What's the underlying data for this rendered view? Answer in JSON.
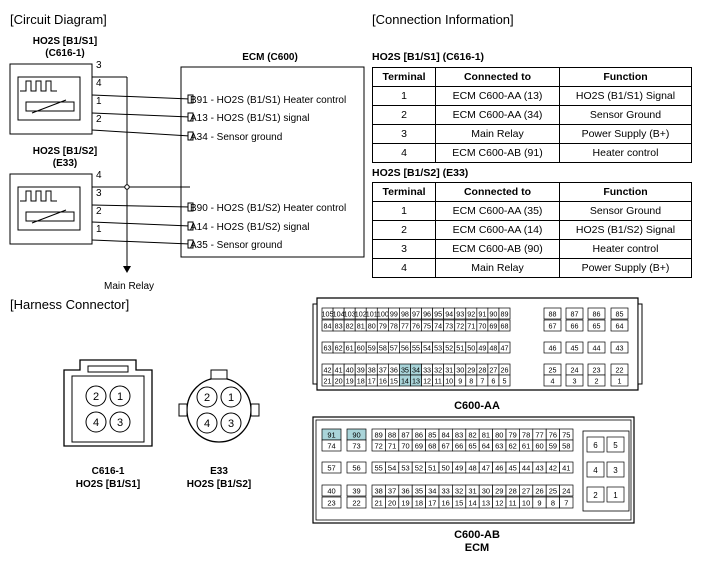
{
  "sections": {
    "circuit": "[Circuit Diagram]",
    "connection": "[Connection Information]",
    "harness": "[Harness Connector]"
  },
  "circuit": {
    "sensor1": {
      "name": "HO2S [B1/S1]",
      "code": "(C616-1)",
      "pins": [
        "3",
        "4",
        "1",
        "2"
      ]
    },
    "sensor2": {
      "name": "HO2S [B1/S2]",
      "code": "(E33)",
      "pins": [
        "4",
        "3",
        "2",
        "1"
      ]
    },
    "ecm_title": "ECM (C600)",
    "ecm_pins": [
      "B91 - HO2S (B1/S1) Heater control",
      "A13 - HO2S (B1/S1) signal",
      "A34 - Sensor ground",
      "B90 - HO2S (B1/S2) Heater control",
      "A14 - HO2S (B1/S2) signal",
      "A35 - Sensor ground"
    ],
    "main_relay": "Main Relay"
  },
  "tables": [
    {
      "title": "HO2S [B1/S1] (C616-1)",
      "headers": [
        "Terminal",
        "Connected to",
        "Function"
      ],
      "rows": [
        [
          "1",
          "ECM C600-AA (13)",
          "HO2S (B1/S1) Signal"
        ],
        [
          "2",
          "ECM C600-AA (34)",
          "Sensor Ground"
        ],
        [
          "3",
          "Main Relay",
          "Power Supply (B+)"
        ],
        [
          "4",
          "ECM C600-AB (91)",
          "Heater control"
        ]
      ]
    },
    {
      "title": "HO2S [B1/S2] (E33)",
      "headers": [
        "Terminal",
        "Connected to",
        "Function"
      ],
      "rows": [
        [
          "1",
          "ECM C600-AA (35)",
          "Sensor Ground"
        ],
        [
          "2",
          "ECM C600-AA (14)",
          "HO2S (B1/S2) Signal"
        ],
        [
          "3",
          "ECM C600-AB (90)",
          "Heater control"
        ],
        [
          "4",
          "Main Relay",
          "Power Supply (B+)"
        ]
      ]
    }
  ],
  "connectors": {
    "c616": {
      "pins": [
        "2",
        "1",
        "4",
        "3"
      ],
      "label1": "C616-1",
      "label2": "HO2S [B1/S1]"
    },
    "e33": {
      "pins": [
        "2",
        "1",
        "4",
        "3"
      ],
      "label1": "E33",
      "label2": "HO2S [B1/S2]"
    }
  },
  "highlight_color": "#a9d4d9",
  "aa": {
    "label": "C600-AA",
    "main_rows": [
      [
        "105",
        "104",
        "103",
        "102",
        "101",
        "100",
        "99",
        "98",
        "97",
        "96",
        "95",
        "94",
        "93",
        "92",
        "91",
        "90",
        "89"
      ],
      [
        "84",
        "83",
        "82",
        "81",
        "80",
        "79",
        "78",
        "77",
        "76",
        "75",
        "74",
        "73",
        "72",
        "71",
        "70",
        "69",
        "68"
      ],
      [
        "63",
        "62",
        "61",
        "60",
        "59",
        "58",
        "57",
        "56",
        "55",
        "54",
        "53",
        "52",
        "51",
        "50",
        "49",
        "48",
        "47"
      ],
      [
        "42",
        "41",
        "40",
        "39",
        "38",
        "37",
        "36",
        "35",
        "34",
        "33",
        "32",
        "31",
        "30",
        "29",
        "28",
        "27",
        "26"
      ],
      [
        "21",
        "20",
        "19",
        "18",
        "17",
        "16",
        "15",
        "14",
        "13",
        "12",
        "11",
        "10",
        "9",
        "8",
        "7",
        "6",
        "5"
      ]
    ],
    "side_rows": [
      [
        "88",
        "87",
        "86",
        "85"
      ],
      [
        "67",
        "66",
        "65",
        "64"
      ],
      [
        "46",
        "45",
        "44",
        "43"
      ],
      [
        "25",
        "24",
        "23",
        "22"
      ],
      [
        "4",
        "3",
        "2",
        "1"
      ]
    ],
    "highlight": [
      "35",
      "34",
      "14",
      "13"
    ]
  },
  "ab": {
    "label1": "C600-AB",
    "label2": "ECM",
    "left_rows": [
      [
        "91",
        "90"
      ],
      [
        "74",
        "73"
      ],
      [
        "57",
        "56"
      ],
      [
        "40",
        "39"
      ],
      [
        "23",
        "22"
      ]
    ],
    "mid_rows": [
      [
        "89",
        "88",
        "87",
        "86",
        "85",
        "84",
        "83",
        "82",
        "81",
        "80",
        "79",
        "78",
        "77",
        "76",
        "75"
      ],
      [
        "72",
        "71",
        "70",
        "69",
        "68",
        "67",
        "66",
        "65",
        "64",
        "63",
        "62",
        "61",
        "60",
        "59",
        "58"
      ],
      [
        "55",
        "54",
        "53",
        "52",
        "51",
        "50",
        "49",
        "48",
        "47",
        "46",
        "45",
        "44",
        "43",
        "42",
        "41"
      ],
      [
        "38",
        "37",
        "36",
        "35",
        "34",
        "33",
        "32",
        "31",
        "30",
        "29",
        "28",
        "27",
        "26",
        "25",
        "24"
      ],
      [
        "21",
        "20",
        "19",
        "18",
        "17",
        "16",
        "15",
        "14",
        "13",
        "12",
        "11",
        "10",
        "9",
        "8",
        "7"
      ]
    ],
    "right_rows": [
      [
        "6",
        "5"
      ],
      [
        "4",
        "3"
      ],
      [
        "2",
        "1"
      ]
    ],
    "highlight": [
      "91",
      "90"
    ]
  }
}
